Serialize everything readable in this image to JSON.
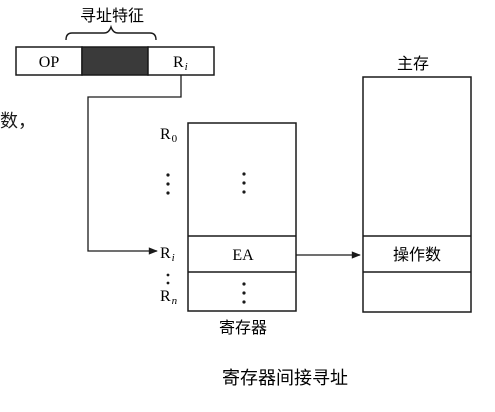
{
  "instruction": {
    "op_label": "OP",
    "register_field_main": "R",
    "register_field_sub": "i",
    "addressing_field_label": "寻址特征"
  },
  "left_fragment": "数，",
  "registers": {
    "label_r0_main": "R",
    "label_r0_sub": "0",
    "label_ri_main": "R",
    "label_ri_sub": "i",
    "label_rn_main": "R",
    "label_rn_sub": "n",
    "ea_label": "EA",
    "caption": "寄存器"
  },
  "memory": {
    "title": "主存",
    "operand_label": "操作数"
  },
  "figure_caption": "寄存器间接寻址"
}
